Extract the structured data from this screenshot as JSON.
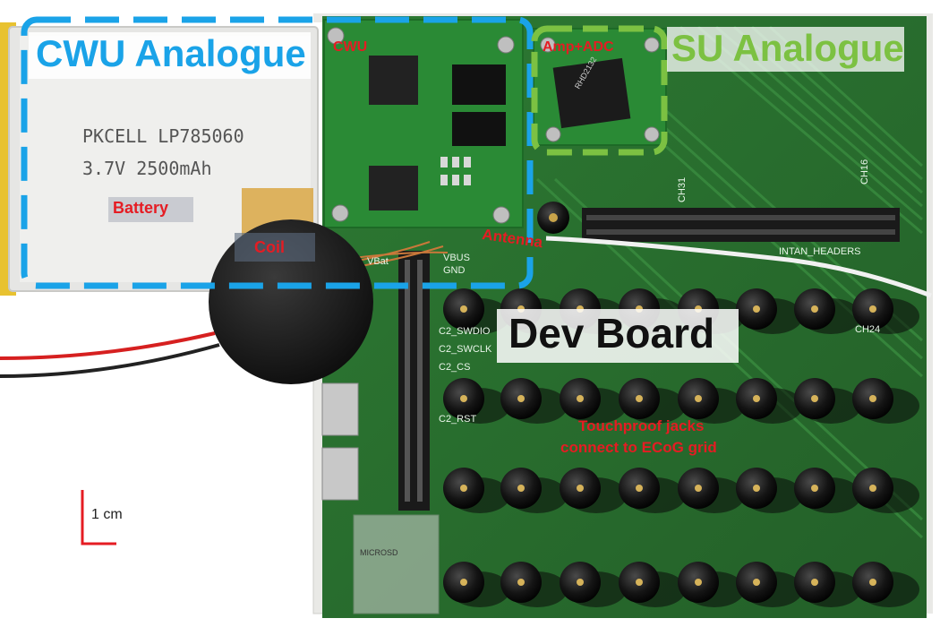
{
  "labels": {
    "cwu_analogue": "CWU  Analogue",
    "su_analogue": "SU  Analogue",
    "cwu": "CWU",
    "amp_adc": "Amp+ADC",
    "battery": "Battery",
    "coil": "Coil",
    "antenna": "Antenna",
    "dev_board": "Dev Board",
    "touchproof_line1": "Touchproof jacks",
    "touchproof_line2": "connect to ECoG grid",
    "scale": "1 cm"
  },
  "battery_print": {
    "line1": "PKCELL LP785060",
    "line2": "3.7V 2500mAh"
  },
  "silkscreen": {
    "intan_headers": "INTAN_HEADERS",
    "ch16": "CH16",
    "ch24": "CH24",
    "ch31": "CH31",
    "vbus": "VBUS",
    "gnd": "GND",
    "vbat": "VBat",
    "c2_swdio": "C2_SWDIO",
    "c2_swclk": "C2_SWCLK",
    "c2_cs": "C2_CS",
    "c2_rst": "C2_RST",
    "microsd": "MICROSD",
    "chip": "RHD2132"
  },
  "colors": {
    "blue_outline": "#1aa3e8",
    "green_outline": "#7cc142",
    "label_red": "#e51c23",
    "pcb_green": "#2f7d32"
  }
}
